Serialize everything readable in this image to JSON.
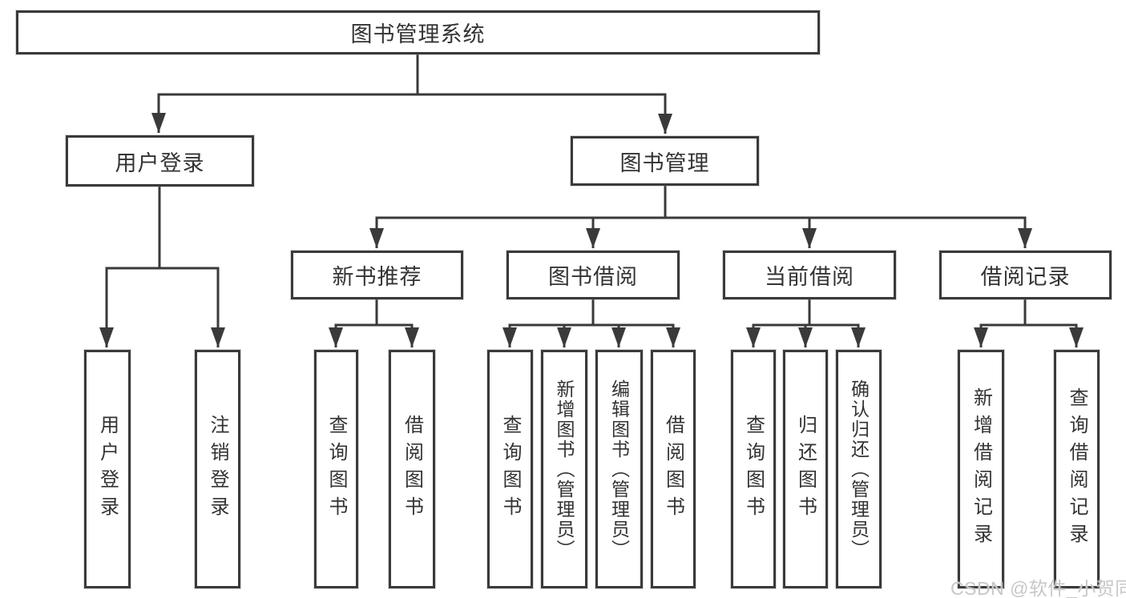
{
  "diagram": {
    "kind": "hierarchy-tree",
    "colors": {
      "line": "#3a3a3a",
      "box_border": "#3a3a3a",
      "box_background": "#ffffff",
      "text": "#333333",
      "watermark_text": "#c7c7cb"
    },
    "nodes": {
      "root": {
        "label": "图书管理系统"
      },
      "branches": [
        {
          "label": "用户登录"
        },
        {
          "label": "图书管理"
        }
      ],
      "sections": [
        {
          "label": "新书推荐",
          "parent": "图书管理"
        },
        {
          "label": "图书借阅",
          "parent": "图书管理"
        },
        {
          "label": "当前借阅",
          "parent": "图书管理"
        },
        {
          "label": "借阅记录",
          "parent": "图书管理"
        }
      ],
      "leaves": [
        {
          "label": "用户登录",
          "parent": "用户登录"
        },
        {
          "label": "注销登录",
          "parent": "用户登录"
        },
        {
          "label": "查询图书",
          "parent": "新书推荐"
        },
        {
          "label": "借阅图书",
          "parent": "新书推荐"
        },
        {
          "label": "查询图书",
          "parent": "图书借阅"
        },
        {
          "label": "新增图书（管理员）",
          "parent": "图书借阅"
        },
        {
          "label": "编辑图书（管理员）",
          "parent": "图书借阅"
        },
        {
          "label": "借阅图书",
          "parent": "图书借阅"
        },
        {
          "label": "查询图书",
          "parent": "当前借阅"
        },
        {
          "label": "归还图书",
          "parent": "当前借阅"
        },
        {
          "label": "确认归还（管理员）",
          "parent": "当前借阅"
        },
        {
          "label": "新增借阅记录",
          "parent": "借阅记录"
        },
        {
          "label": "查询借阅记录",
          "parent": "借阅记录"
        }
      ]
    }
  },
  "watermark": {
    "text": "CSDN @软件_小贺同学"
  }
}
